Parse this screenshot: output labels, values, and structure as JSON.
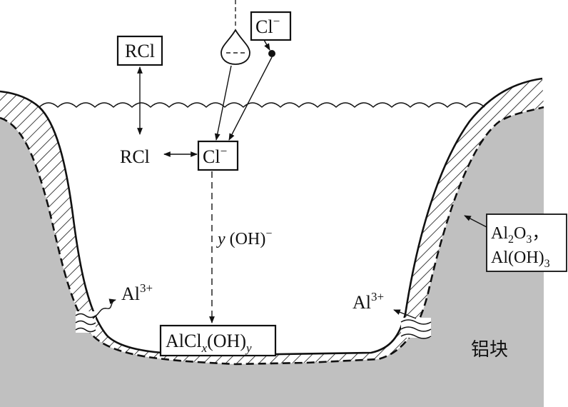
{
  "labels": {
    "rcl_box": "RCl",
    "cl_top_base": "Cl",
    "cl_top_sup": "−",
    "rcl_free": "RCl",
    "cl_mid_base": "Cl",
    "cl_mid_sup": "−",
    "oh_y": "y",
    "oh_rest": " (OH)",
    "oh_sup": "−",
    "product_a": "AlCl",
    "product_x": "x",
    "product_b": "(OH)",
    "product_y": "y",
    "al_left_base": "Al",
    "al_left_sup": "3+",
    "al_right_base": "Al",
    "al_right_sup": "3+",
    "oxide_l1_a": "Al",
    "oxide_l1_sub2": "2",
    "oxide_l1_b": "O",
    "oxide_l1_sub3": "3",
    "oxide_l1_comma": "，",
    "oxide_l2_a": "Al(OH)",
    "oxide_l2_sub3": "3",
    "substrate": "铝块"
  },
  "colors": {
    "substrate": "#c0c0c0",
    "line": "#111111",
    "hatch": "#111111",
    "background": "#ffffff"
  }
}
